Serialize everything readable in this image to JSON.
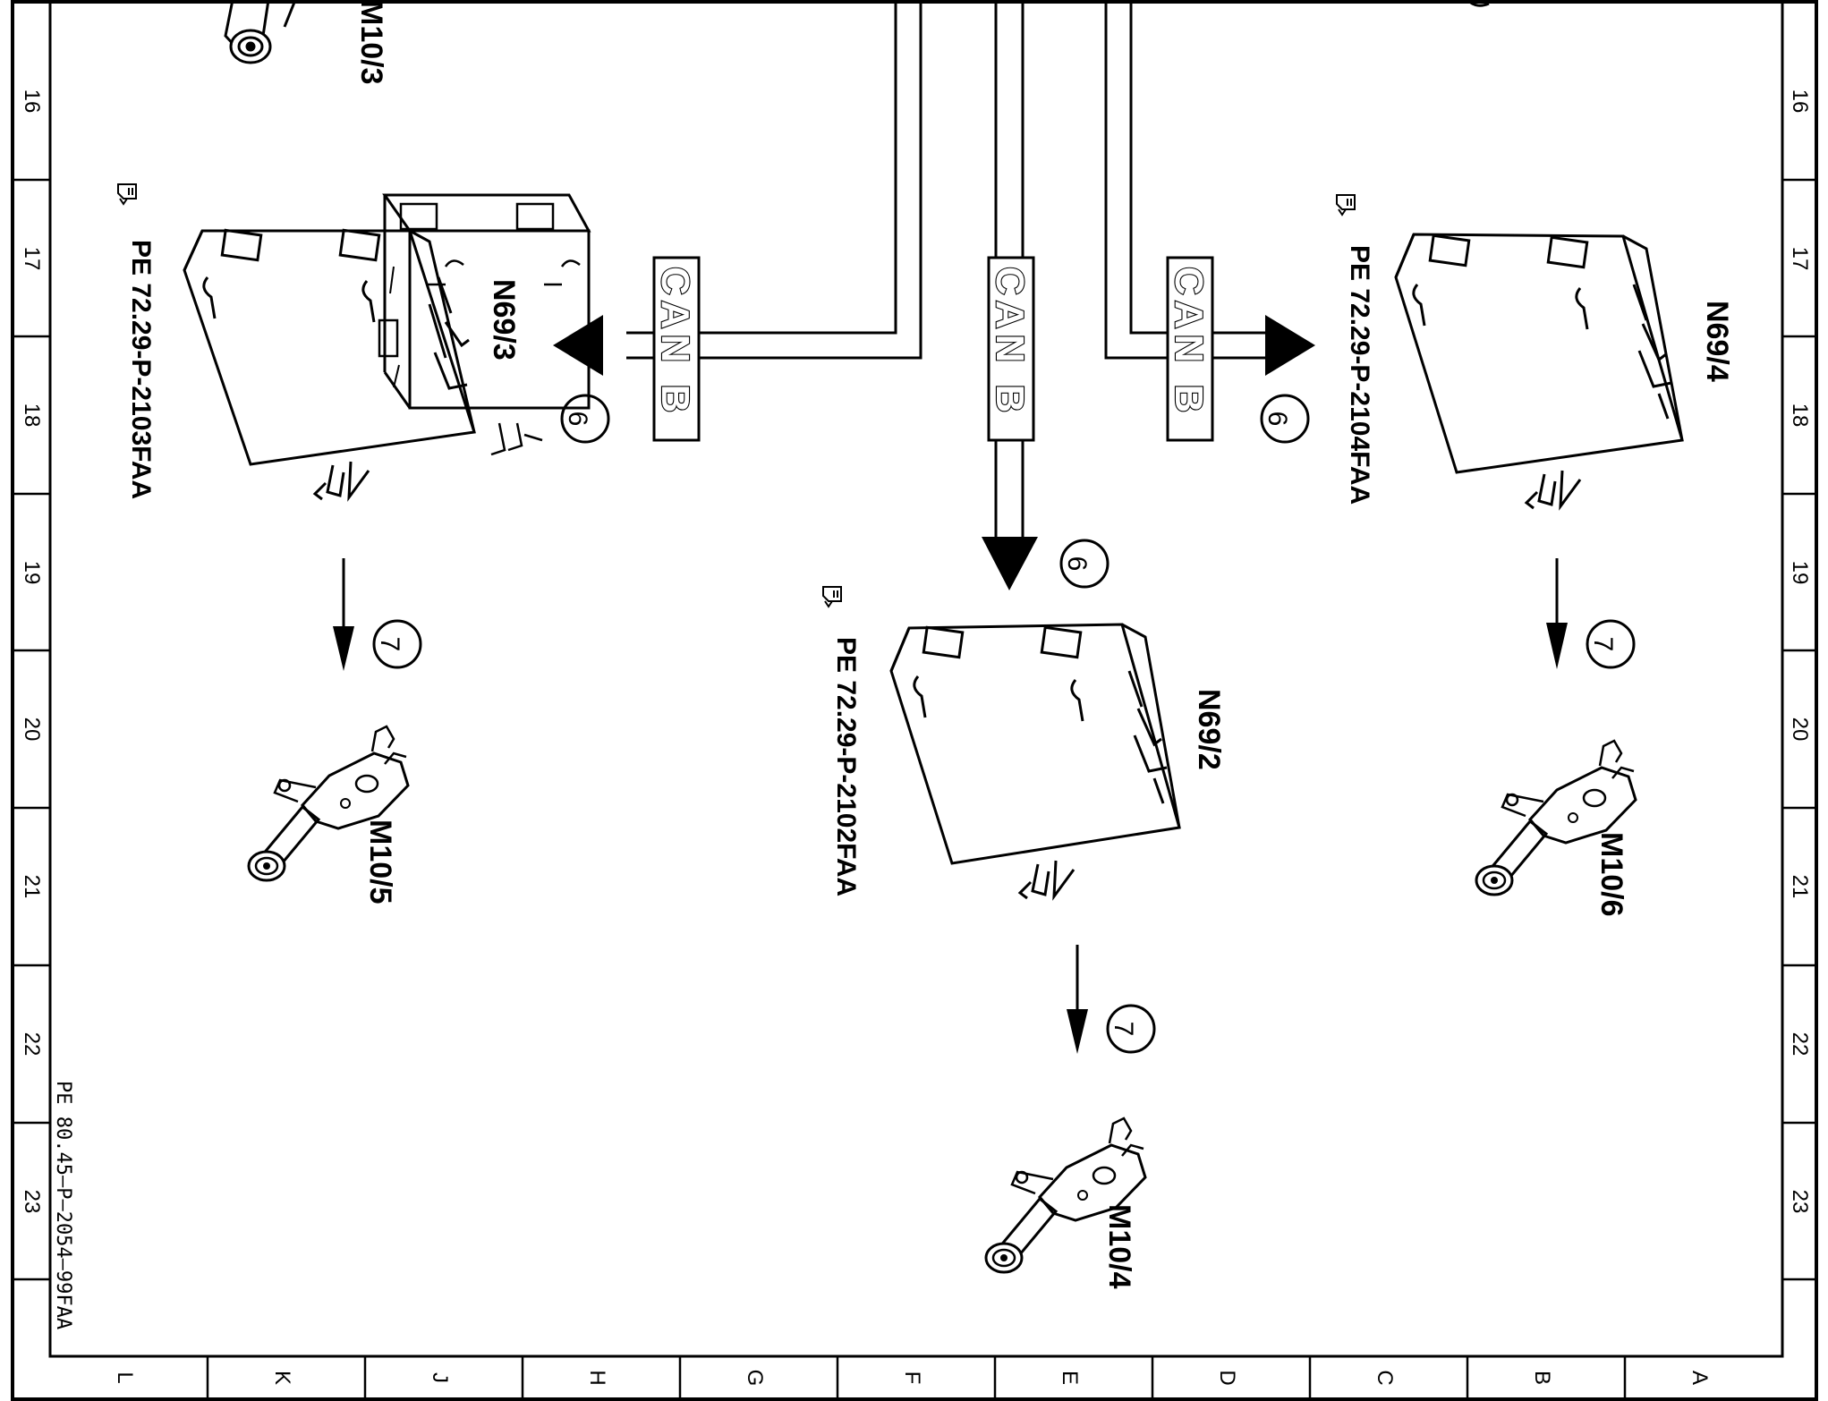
{
  "document_ref": "PE 80.45–P–2054–99FAA",
  "grid": {
    "rows": [
      "16",
      "17",
      "18",
      "19",
      "20",
      "21",
      "22",
      "23"
    ],
    "columns": [
      "L",
      "K",
      "J",
      "H",
      "G",
      "F",
      "E",
      "D",
      "C",
      "B",
      "A"
    ]
  },
  "bus_labels": {
    "left": "CAN B",
    "center": "CAN B",
    "right": "CAN B"
  },
  "components": {
    "m10_3": {
      "label": "M10/3"
    },
    "n69_3": {
      "label": "N69/3",
      "ref": "PE 72.29-P-2103FAA"
    },
    "n69_2": {
      "label": "N69/2",
      "ref": "PE 72.29-P-2102FAA"
    },
    "n69_4": {
      "label": "N69/4",
      "ref": "PE 72.29-P-2104FAA"
    },
    "m10_5": {
      "label": "M10/5"
    },
    "m10_4": {
      "label": "M10/4"
    },
    "m10_6": {
      "label": "M10/6"
    }
  },
  "callouts": {
    "can_left": "6",
    "can_center": "6",
    "can_right": "6",
    "motor_left": "7",
    "motor_center": "7",
    "motor_right": "7"
  },
  "icons": [
    "hand-pointer-icon",
    "control-unit-icon",
    "window-motor-icon"
  ]
}
